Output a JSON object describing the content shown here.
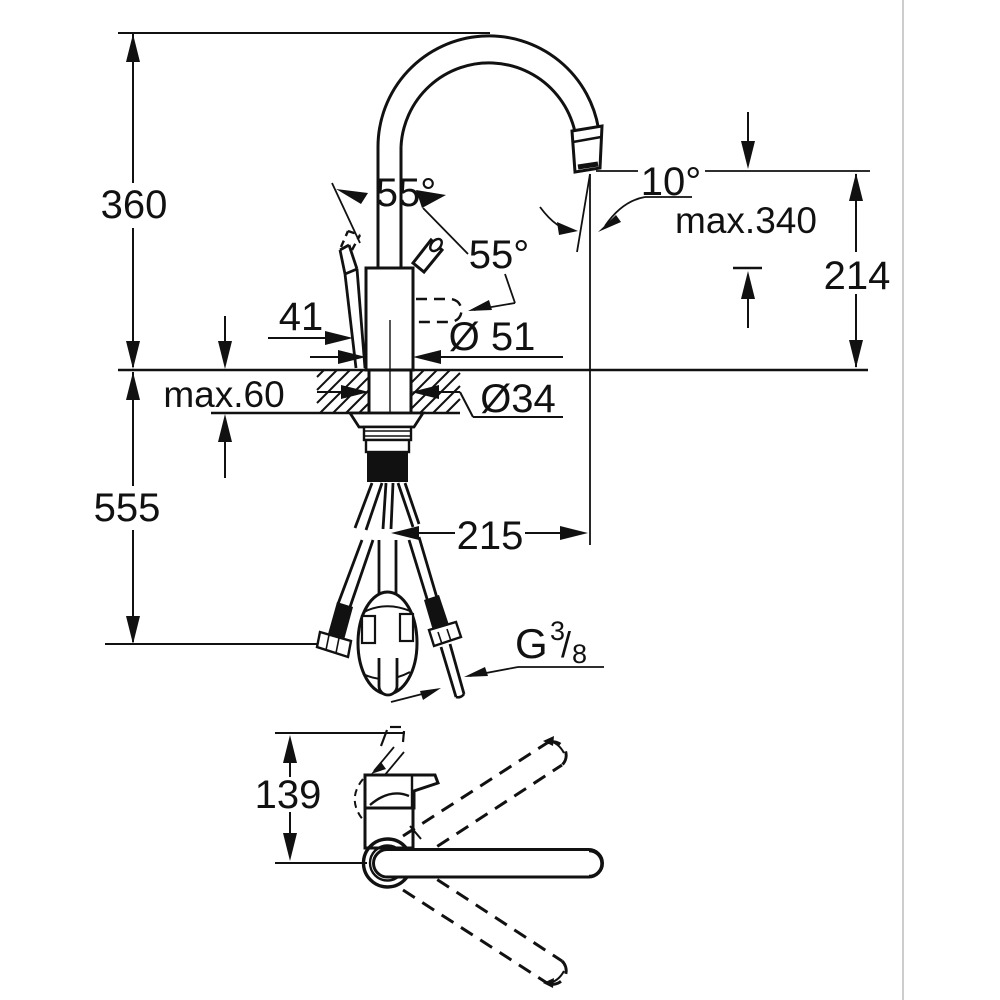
{
  "canvas": {
    "background": "#ffffff",
    "line_color": "#111111",
    "divider_color": "#cccccc"
  },
  "labels": {
    "height_above_counter": "360",
    "handle_angle_left": "55°",
    "handle_angle_right": "55°",
    "handle_offset": "41",
    "body_diameter": "Ø 51",
    "max_counter_thickness": "max.60",
    "hole_diameter": "Ø34",
    "height_below_counter": "555",
    "spout_reach": "215",
    "outlet_angle": "10°",
    "max_hose_extension": "max.340",
    "outlet_height": "214",
    "thread_prefix": "G",
    "thread_numerator": "3",
    "thread_slash": "/",
    "thread_denominator": "8",
    "top_view_depth": "139"
  }
}
